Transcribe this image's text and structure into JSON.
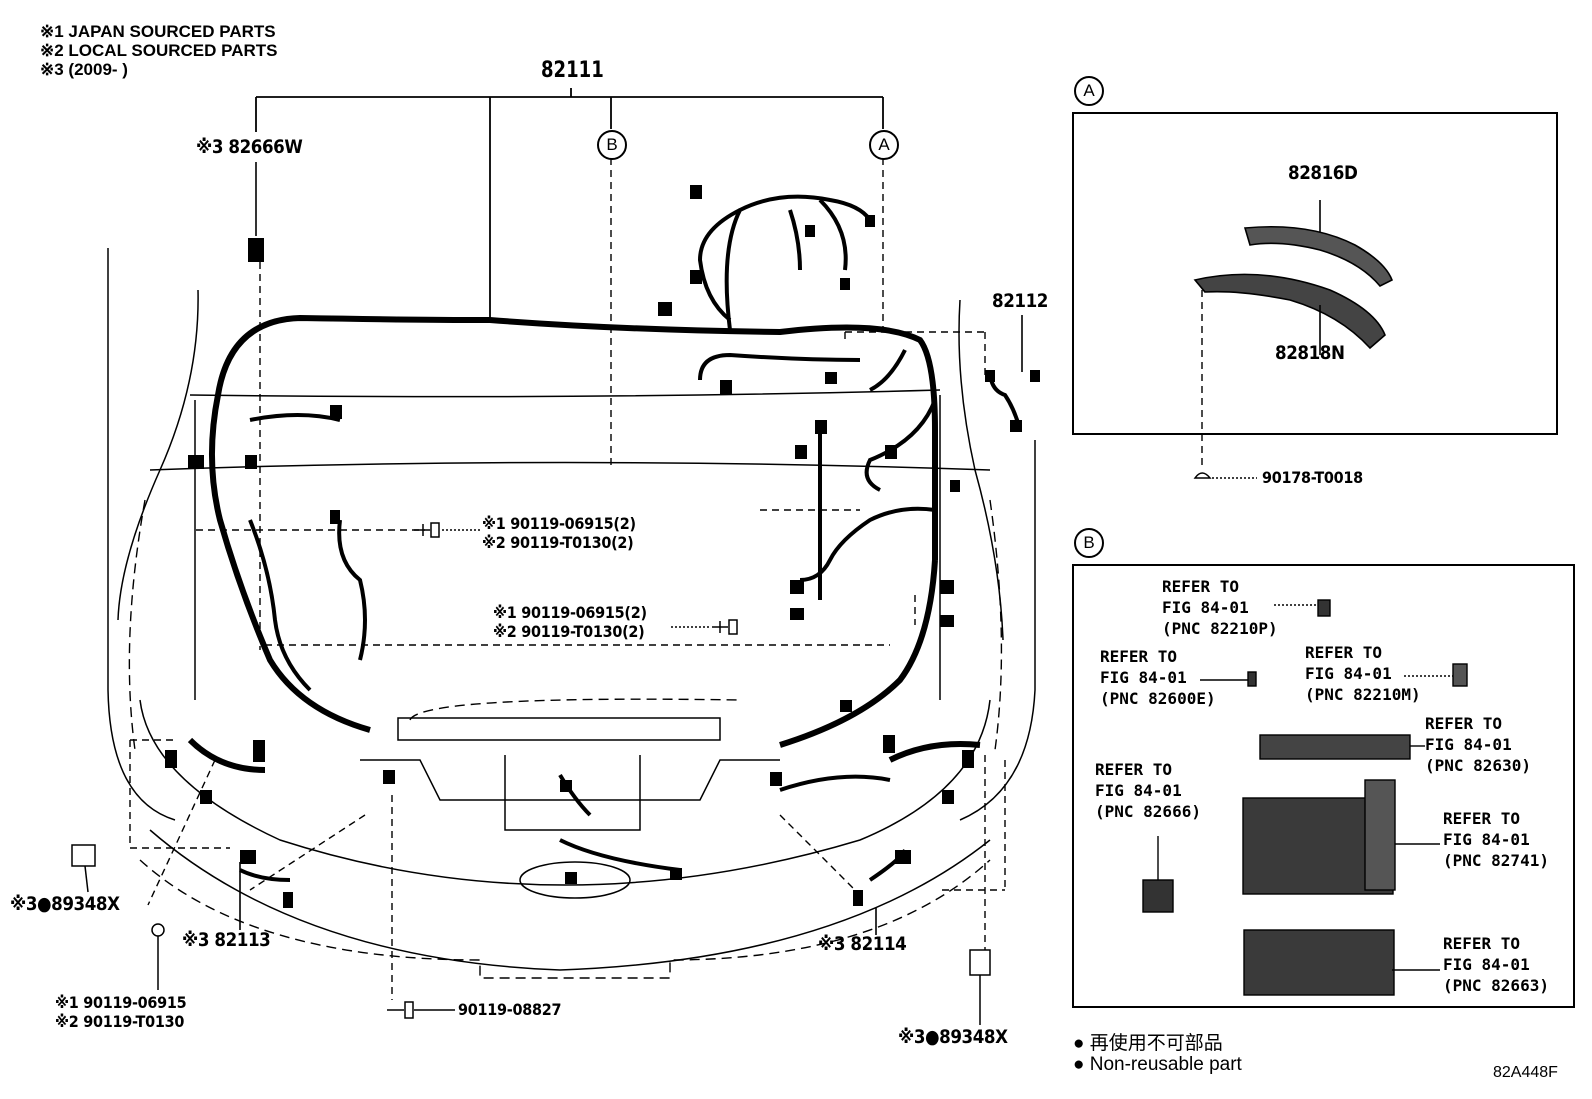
{
  "legend": {
    "line1": "※1 JAPAN SOURCED PARTS",
    "line2": "※2 LOCAL SOURCED PARTS",
    "line3": "※3 (2009-        )"
  },
  "callouts": {
    "main_harness": "82111",
    "p82666w": "※3 82666W",
    "p82112": "82112",
    "bolt_upper_1": "※1 90119-06915(2)",
    "bolt_upper_2": "※2 90119-T0130(2)",
    "bolt_mid_1": "※1 90119-06915(2)",
    "bolt_mid_2": "※2 90119-T0130(2)",
    "p89348x_left": "※3●89348X",
    "p82113": "※3 82113",
    "bolt_low_1": "※1 90119-06915",
    "bolt_low_2": "※2 90119-T0130",
    "p90119_08827": "90119-08827",
    "p82114": "※3 82114",
    "p89348x_right": "※3●89348X",
    "p90178": "90178-T0018"
  },
  "markers": {
    "a": "A",
    "b": "B"
  },
  "detail_a": {
    "marker": "A",
    "top_part": "82816D",
    "bottom_part": "82818N"
  },
  "detail_b": {
    "marker": "B",
    "refs": [
      {
        "l1": "REFER TO",
        "l2": "FIG 84-01",
        "l3": "(PNC 82210P)"
      },
      {
        "l1": "REFER TO",
        "l2": "FIG 84-01",
        "l3": "(PNC 82600E)"
      },
      {
        "l1": "REFER TO",
        "l2": "FIG 84-01",
        "l3": "(PNC 82210M)"
      },
      {
        "l1": "REFER TO",
        "l2": "FIG 84-01",
        "l3": "(PNC 82630)"
      },
      {
        "l1": "REFER TO",
        "l2": "FIG 84-01",
        "l3": "(PNC 82666)"
      },
      {
        "l1": "REFER TO",
        "l2": "FIG 84-01",
        "l3": "(PNC 82741)"
      },
      {
        "l1": "REFER TO",
        "l2": "FIG 84-01",
        "l3": "(PNC 82663)"
      }
    ]
  },
  "notes": {
    "jp": "● 再使用不可部品",
    "en": "● Non-reusable part"
  },
  "figure_code": "82A448F"
}
